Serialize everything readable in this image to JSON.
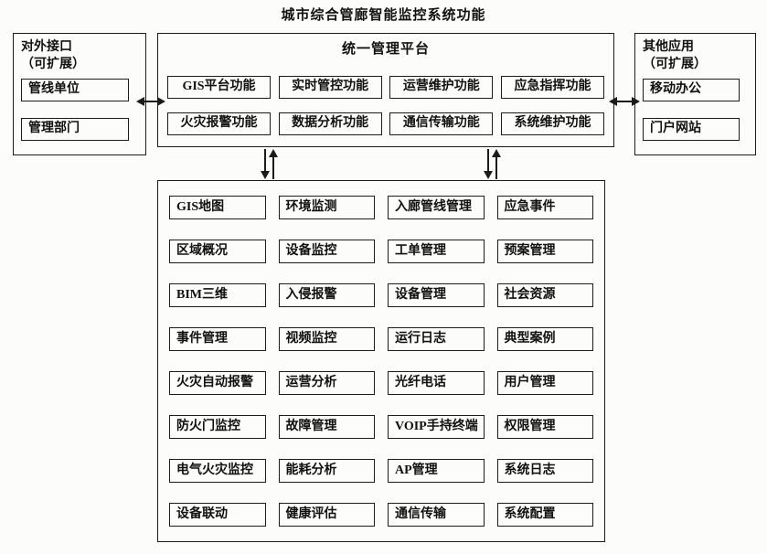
{
  "title": "城市综合管廊智能监控系统功能",
  "colors": {
    "line": "#1b1b1b",
    "background": "#fcfcfa",
    "text": "#111111"
  },
  "left_panel": {
    "label_line1": "对外接口",
    "label_line2": "（可扩展）",
    "items": [
      "管线单位",
      "管理部门"
    ]
  },
  "platform": {
    "title": "统一管理平台",
    "functions": [
      "GIS平台功能",
      "实时管控功能",
      "运营维护功能",
      "应急指挥功能",
      "火灾报警功能",
      "数据分析功能",
      "通信传输功能",
      "系统维护功能"
    ]
  },
  "right_panel": {
    "label_line1": "其他应用",
    "label_line2": "（可扩展）",
    "items": [
      "移动办公",
      "门户网站"
    ]
  },
  "modules": [
    "GIS地图",
    "环境监测",
    "入廊管线管理",
    "应急事件",
    "区域概况",
    "设备监控",
    "工单管理",
    "预案管理",
    "BIM三维",
    "入侵报警",
    "设备管理",
    "社会资源",
    "事件管理",
    "视频监控",
    "运行日志",
    "典型案例",
    "火灾自动报警",
    "运营分析",
    "光纤电话",
    "用户管理",
    "防火门监控",
    "故障管理",
    "VOIP手持终端",
    "权限管理",
    "电气火灾监控",
    "能耗分析",
    "AP管理",
    "系统日志",
    "设备联动",
    "健康评估",
    "通信传输",
    "系统配置"
  ]
}
